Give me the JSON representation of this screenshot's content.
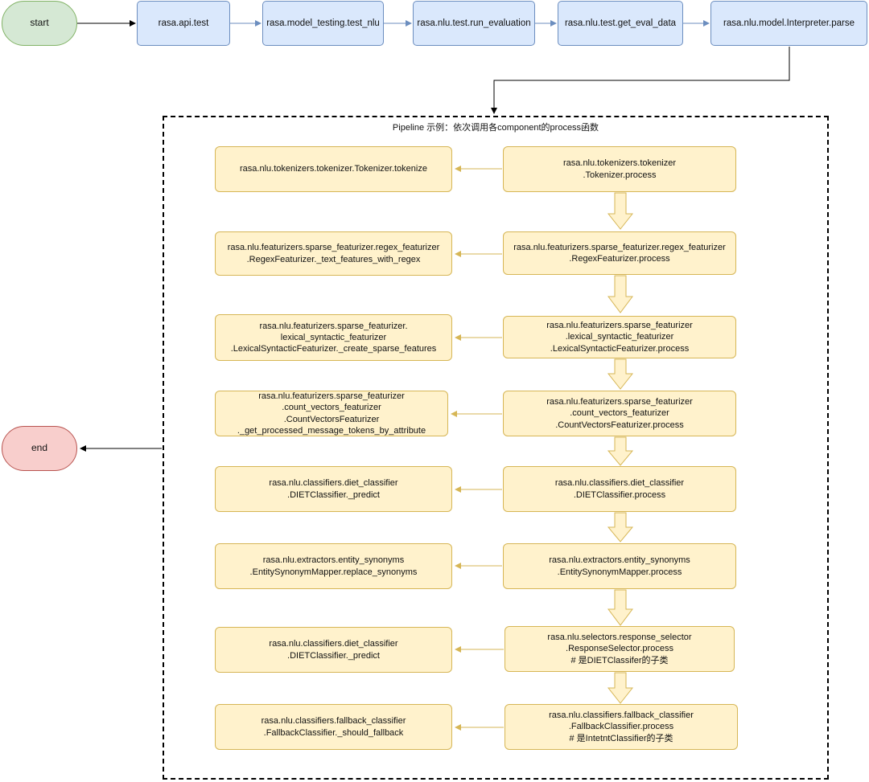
{
  "nodes": {
    "start": "start",
    "end": "end",
    "api_test": "rasa.api.test",
    "test_nlu": "rasa.model_testing.test_nlu",
    "run_evaluation": "rasa.nlu.test.run_evaluation",
    "get_eval_data": "rasa.nlu.test.get_eval_data",
    "interpreter_parse": "rasa.nlu.model.Interpreter.parse"
  },
  "pipeline": {
    "title": "Pipeline 示例：依次调用各component的process函数",
    "steps": [
      {
        "process": "rasa.nlu.tokenizers.tokenizer\n.Tokenizer.process",
        "method": "rasa.nlu.tokenizers.tokenizer.Tokenizer.tokenize"
      },
      {
        "process": "rasa.nlu.featurizers.sparse_featurizer.regex_featurizer\n.RegexFeaturizer.process",
        "method": "rasa.nlu.featurizers.sparse_featurizer.regex_featurizer\n.RegexFeaturizer._text_features_with_regex"
      },
      {
        "process": "rasa.nlu.featurizers.sparse_featurizer\n.lexical_syntactic_featurizer\n.LexicalSyntacticFeaturizer.process",
        "method": "rasa.nlu.featurizers.sparse_featurizer.\nlexical_syntactic_featurizer\n.LexicalSyntacticFeaturizer._create_sparse_features"
      },
      {
        "process": "rasa.nlu.featurizers.sparse_featurizer\n.count_vectors_featurizer\n.CountVectorsFeaturizer.process",
        "method": "rasa.nlu.featurizers.sparse_featurizer\n.count_vectors_featurizer\n.CountVectorsFeaturizer\n._get_processed_message_tokens_by_attribute"
      },
      {
        "process": "rasa.nlu.classifiers.diet_classifier\n.DIETClassifier.process",
        "method": "rasa.nlu.classifiers.diet_classifier\n.DIETClassifier._predict"
      },
      {
        "process": "rasa.nlu.extractors.entity_synonyms\n.EntitySynonymMapper.process",
        "method": "rasa.nlu.extractors.entity_synonyms\n.EntitySynonymMapper.replace_synonyms"
      },
      {
        "process": "rasa.nlu.selectors.response_selector\n.ResponseSelector.process\n# 是DIETClassifer的子类",
        "method": "rasa.nlu.classifiers.diet_classifier\n.DIETClassifier._predict"
      },
      {
        "process": "rasa.nlu.classifiers.fallback_classifier\n.FallbackClassifier.process\n# 是IntetntClassifier的子类",
        "method": "rasa.nlu.classifiers.fallback_classifier\n.FallbackClassifier._should_fallback"
      }
    ]
  },
  "colors": {
    "start_fill": "#d5e8d4",
    "start_stroke": "#82b366",
    "end_fill": "#f8cecc",
    "end_stroke": "#b85450",
    "call_fill": "#dae8fc",
    "call_stroke": "#6c8ebf",
    "step_fill": "#fff2cc",
    "step_stroke": "#d6b656"
  }
}
